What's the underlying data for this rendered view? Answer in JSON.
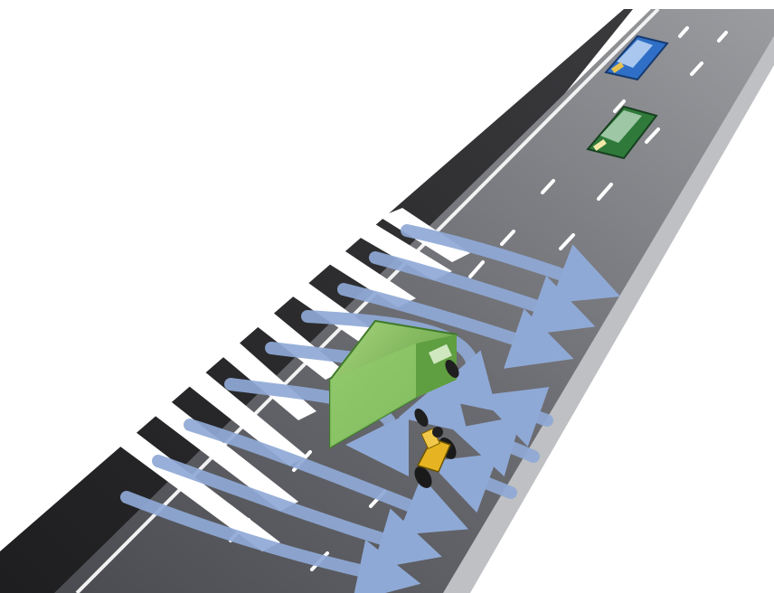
{
  "diagram": {
    "elements": {
      "road": "highway-road",
      "hard_shoulder": "roadside-verge",
      "wind_gusts": "crosswind-arrows",
      "van": "high-sided-van",
      "motorcycle": "motorcyclist",
      "cars": [
        "blue-car",
        "green-car"
      ]
    },
    "colors": {
      "background": "#ffffff",
      "verge_dark": "#2b2b2d",
      "road_surface": "#6f7075",
      "road_shade": "#45464b",
      "lane_marking": "#ffffff",
      "wind_arrow": "#8fa9d6",
      "van_body": "#7fbf5a",
      "blue_car": "#2f6fc7",
      "green_car": "#2f7a3a",
      "motorcycle": "#e6b422"
    }
  }
}
